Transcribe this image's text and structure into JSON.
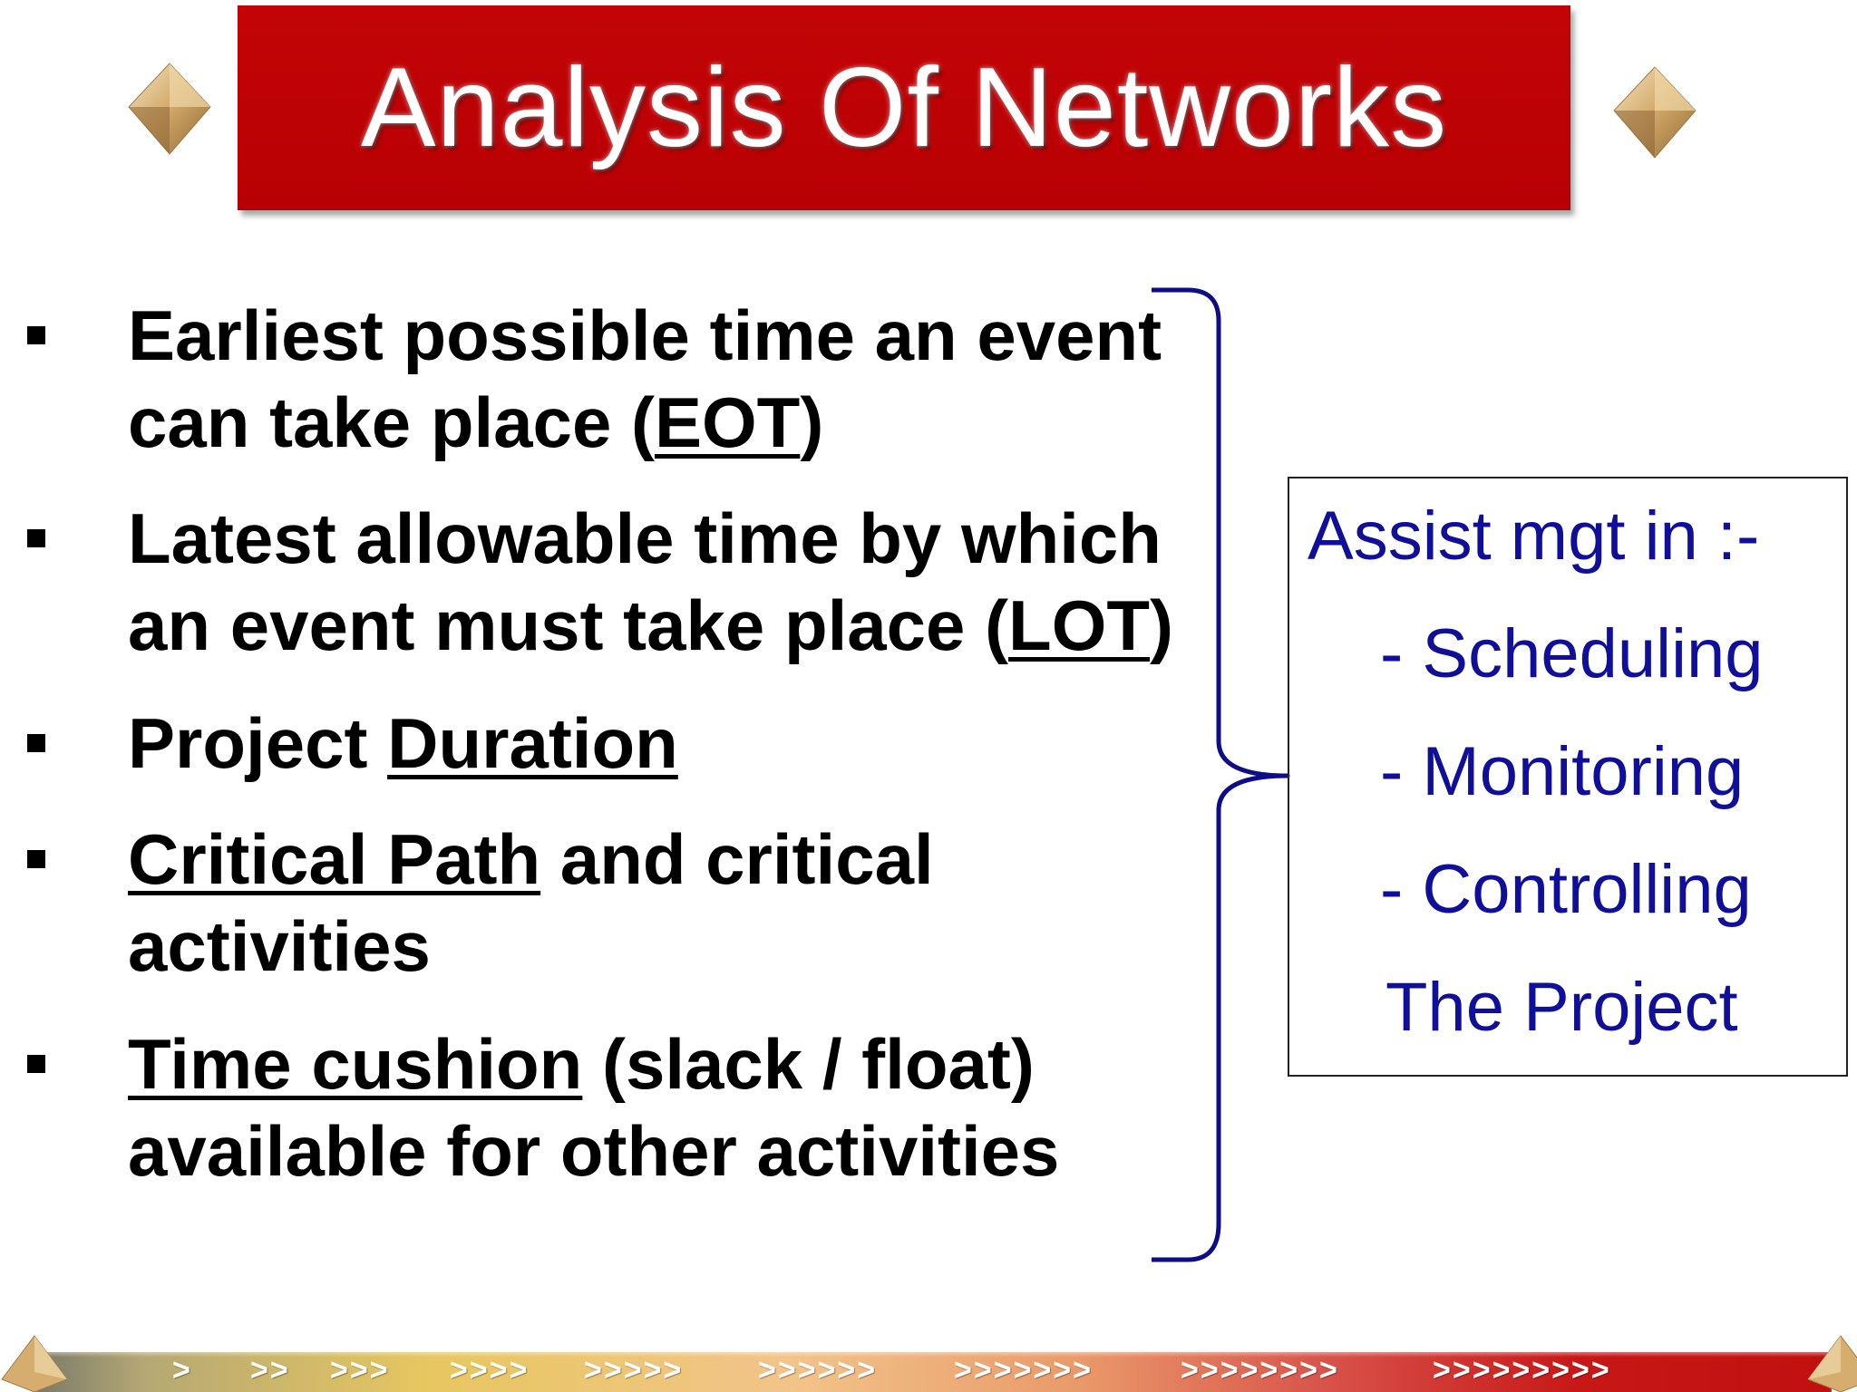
{
  "title": "Analysis Of Networks",
  "bullets": [
    {
      "lines": [
        [
          {
            "text": "Earliest possible time an event"
          }
        ],
        [
          {
            "text": "can take place ("
          },
          {
            "text": "EOT",
            "underline": true
          },
          {
            "text": ")"
          }
        ]
      ]
    },
    {
      "lines": [
        [
          {
            "text": "Latest allowable time by which"
          }
        ],
        [
          {
            "text": "an event must take place ("
          },
          {
            "text": "LOT",
            "underline": true
          },
          {
            "text": ")"
          }
        ]
      ]
    },
    {
      "lines": [
        [
          {
            "text": "Project "
          },
          {
            "text": "Duration",
            "underline": true
          }
        ]
      ]
    },
    {
      "lines": [
        [
          {
            "text": "Critical Path",
            "underline": true
          },
          {
            "text": " and critical"
          }
        ],
        [
          {
            "text": "activities"
          }
        ]
      ]
    },
    {
      "lines": [
        [
          {
            "text": "Time cushion",
            "underline": true
          },
          {
            "text": " (slack / float)"
          }
        ],
        [
          {
            "text": "available for other activities"
          }
        ]
      ]
    }
  ],
  "assist": {
    "heading": "Assist mgt in :-",
    "items": [
      "- Scheduling",
      "- Monitoring",
      "- Controlling"
    ],
    "footer": "The Project"
  },
  "bottom_bar": {
    "arrows": [
      ">",
      ">>",
      ">>>",
      ">>>>",
      ">>>>>",
      ">>>>>>",
      ">>>>>>>",
      ">>>>>>>>",
      ">>>>>>>>>"
    ]
  },
  "colors": {
    "banner": "#b80004",
    "assist_text": "#0f0f9a",
    "brace": "#0d0d8a"
  }
}
